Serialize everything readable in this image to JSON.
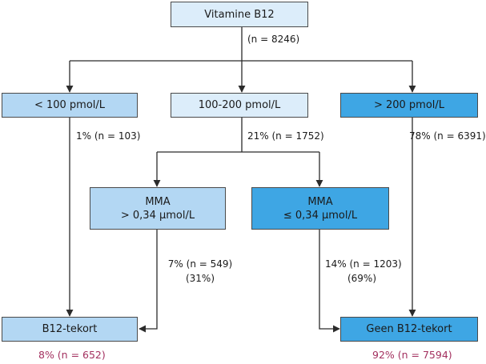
{
  "colors": {
    "light": "#dcedfa",
    "mid": "#b3d7f3",
    "strong": "#3ea6e4",
    "line": "#2b2b2b",
    "result": "#a3305f"
  },
  "nodes": {
    "root": {
      "label": "Vitamine B12",
      "n": "(n = 8246)"
    },
    "low": {
      "label": "< 100 pmol/L",
      "pct": "1% (n = 103)"
    },
    "middle": {
      "label": "100-200 pmol/L",
      "pct": "21% (n = 1752)"
    },
    "high": {
      "label": "> 200 pmol/L",
      "pct": "78% (n = 6391)"
    },
    "mma_high": {
      "line1": "MMA",
      "line2": "> 0,34 µmol/L",
      "pct": "7% (n = 549)",
      "sub": "(31%)"
    },
    "mma_low": {
      "line1": "MMA",
      "line2": "≤ 0,34 µmol/L",
      "pct": "14% (n = 1203)",
      "sub": "(69%)"
    },
    "deficiency": {
      "label": "B12-tekort",
      "result": "8% (n = 652)"
    },
    "no_deficiency": {
      "label": "Geen B12-tekort",
      "result": "92% (n = 7594)"
    }
  }
}
